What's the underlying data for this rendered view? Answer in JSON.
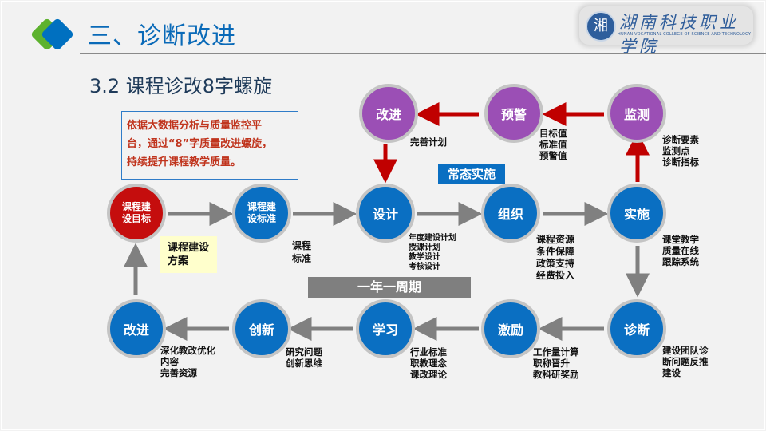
{
  "header": {
    "section_title": "三、诊断改进",
    "subtitle": "3.2 课程诊改8字螺旋",
    "school": {
      "emblem_glyph": "湘",
      "name_cn": "湖南科技职业学院",
      "name_en": "HUNAN VOCATIONAL COLLEGE OF SCIENCE AND TECHNOLOGY"
    }
  },
  "colors": {
    "accent_blue": "#0a6fc2",
    "accent_green": "#5db22e",
    "node_purple": "#9b4fb5",
    "node_red": "#c50d0d",
    "arrow_red": "#c00000",
    "arrow_grey": "#808080",
    "callout_text": "#c0341d"
  },
  "callout": {
    "lines": [
      "依据大数据分析与质量监控平",
      "台，通过“8”字质量改进螺旋，",
      "持续提升课程教学质量。"
    ]
  },
  "labels": {
    "routine": "常态实施",
    "cycle": "一年一周期"
  },
  "nodes": {
    "goal": {
      "label": "课程建设目标",
      "line1": "课程建",
      "line2": "设目标"
    },
    "standard": {
      "label": "课程建设标准",
      "line1": "课程建",
      "line2": "设标准"
    },
    "design": {
      "label": "设计"
    },
    "organize": {
      "label": "组织"
    },
    "implement": {
      "label": "实施"
    },
    "monitor": {
      "label": "监测"
    },
    "warning": {
      "label": "预警"
    },
    "improve_top": {
      "label": "改进"
    },
    "diagnose": {
      "label": "诊断"
    },
    "incentive": {
      "label": "激励"
    },
    "learn": {
      "label": "学习"
    },
    "innovate": {
      "label": "创新"
    },
    "improve_bottom": {
      "label": "改进"
    }
  },
  "notes": {
    "goal": "课程建设\n方案",
    "standard": "课程\n标准",
    "design": "年度建设计划\n授课计划\n教学设计\n考核设计",
    "organize": "课程资源\n条件保障\n政策支持\n经费投入",
    "implement": "课堂教学\n质量在线\n跟踪系统",
    "monitor": "诊断要素\n监测点\n诊断指标",
    "warning": "目标值\n标准值\n预警值",
    "improve_top": "完善计划",
    "diagnose": "建设团队诊\n断问题反推\n建设",
    "incentive": "工作量计算\n职称晋升\n教科研奖励",
    "learn": "行业标准\n职教理念\n课改理论",
    "innovate": "研究问题\n创新思维",
    "improve_bottom": "深化教改优化\n内容\n完善资源"
  }
}
